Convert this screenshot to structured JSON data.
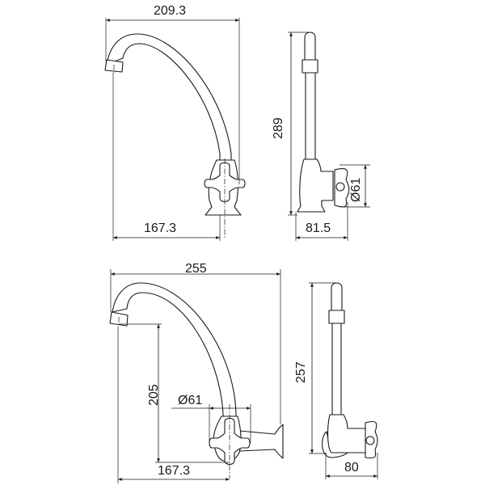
{
  "drawing": {
    "subject": "Faucet technical drawing (two models, front and side views)",
    "units": "mm",
    "line_color": "#1a1a1a",
    "background": "#ffffff"
  },
  "views": {
    "top_front": {
      "name": "Deck-mounted faucet front view",
      "dimensions": {
        "overall_width": "209.3",
        "spout_reach": "167.3"
      }
    },
    "top_side": {
      "name": "Deck-mounted faucet side view",
      "dimensions": {
        "overall_height": "289",
        "handle_diameter": "Ø61",
        "base_depth": "81.5"
      }
    },
    "bottom_front": {
      "name": "Wall-mounted faucet front view",
      "dimensions": {
        "overall_width": "255",
        "outlet_height": "205",
        "handle_diameter": "Ø61",
        "spout_reach": "167.3"
      }
    },
    "bottom_side": {
      "name": "Wall-mounted faucet side view",
      "dimensions": {
        "overall_height": "257",
        "projection": "80"
      }
    }
  }
}
